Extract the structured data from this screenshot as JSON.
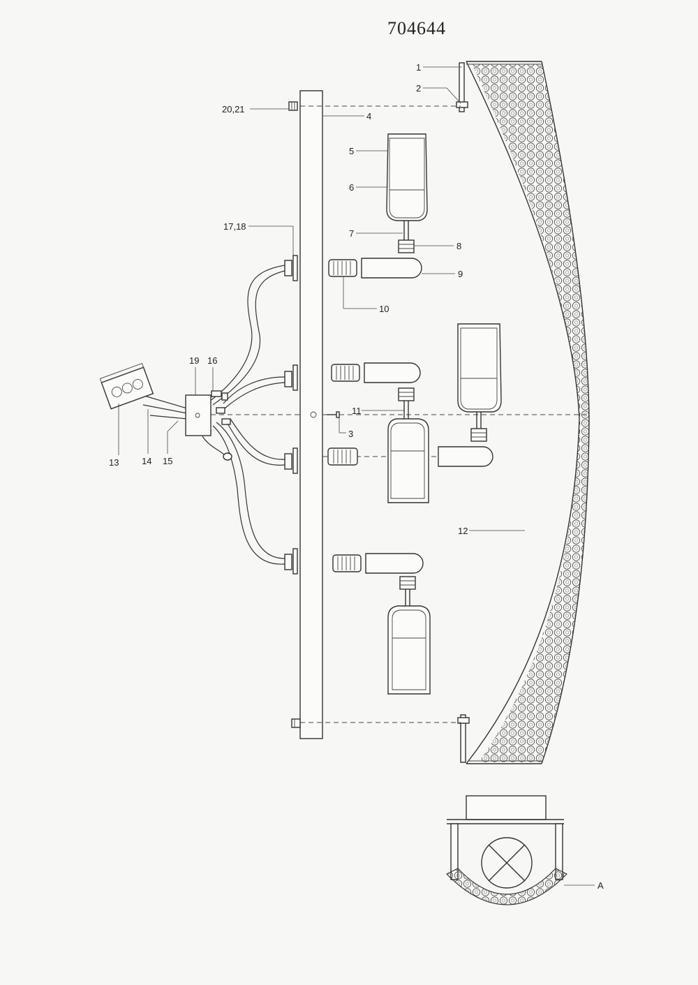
{
  "document": {
    "model_number": "704644"
  },
  "callouts": {
    "c1": "1",
    "c2": "2",
    "c3": "3",
    "c4": "4",
    "c5": "5",
    "c6": "6",
    "c7": "7",
    "c8": "8",
    "c9": "9",
    "c10": "10",
    "c11": "11",
    "c12": "12",
    "c13": "13",
    "c14": "14",
    "c15": "15",
    "c16": "16",
    "c17_18": "17,18",
    "c19": "19",
    "c20_21": "20,21",
    "cA": "A"
  },
  "colors": {
    "line": "#333333",
    "paper": "#f7f7f5",
    "crystal": "#555555"
  }
}
